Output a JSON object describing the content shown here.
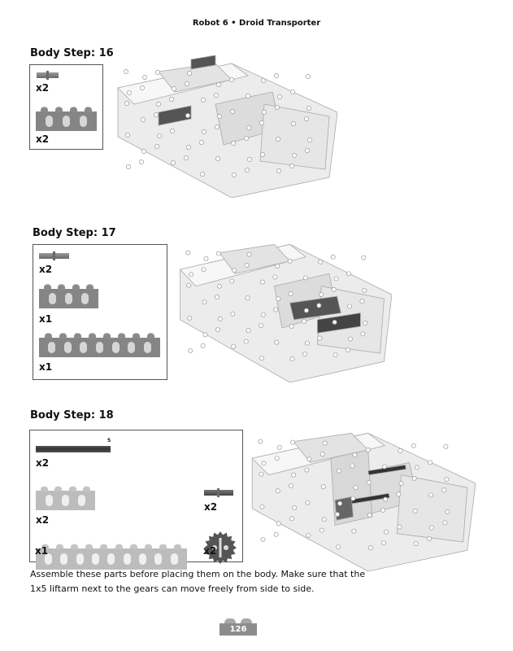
{
  "header": {
    "title": "Robot 6 • Droid Transporter"
  },
  "steps": [
    {
      "title": "Body Step: 16",
      "parts": [
        {
          "name": "technic-pin",
          "qty": "x2"
        },
        {
          "name": "technic-brick-1x4",
          "qty": "x2"
        }
      ]
    },
    {
      "title": "Body Step: 17",
      "parts": [
        {
          "name": "technic-pin",
          "qty": "x2"
        },
        {
          "name": "technic-brick-1x4",
          "qty": "x1"
        },
        {
          "name": "technic-brick-1x8",
          "qty": "x1"
        }
      ]
    },
    {
      "title": "Body Step: 18",
      "parts": [
        {
          "name": "axle-5",
          "qty": "x2",
          "length_label": "5"
        },
        {
          "name": "technic-brick-1x4",
          "qty": "x2"
        },
        {
          "name": "technic-brick-1x10",
          "qty": "x1"
        },
        {
          "name": "technic-pin",
          "qty": "x2"
        },
        {
          "name": "gear-16-tooth",
          "qty": "x2"
        }
      ],
      "instructions": "Assemble these parts before placing them on the body. Make sure that the 1x5 liftarm next to the gears can move freely from side to side."
    }
  ],
  "footer": {
    "page_number": "126"
  },
  "colors": {
    "part_dark": "#858585",
    "part_light": "#bcbcbc",
    "axle": "#444444"
  }
}
